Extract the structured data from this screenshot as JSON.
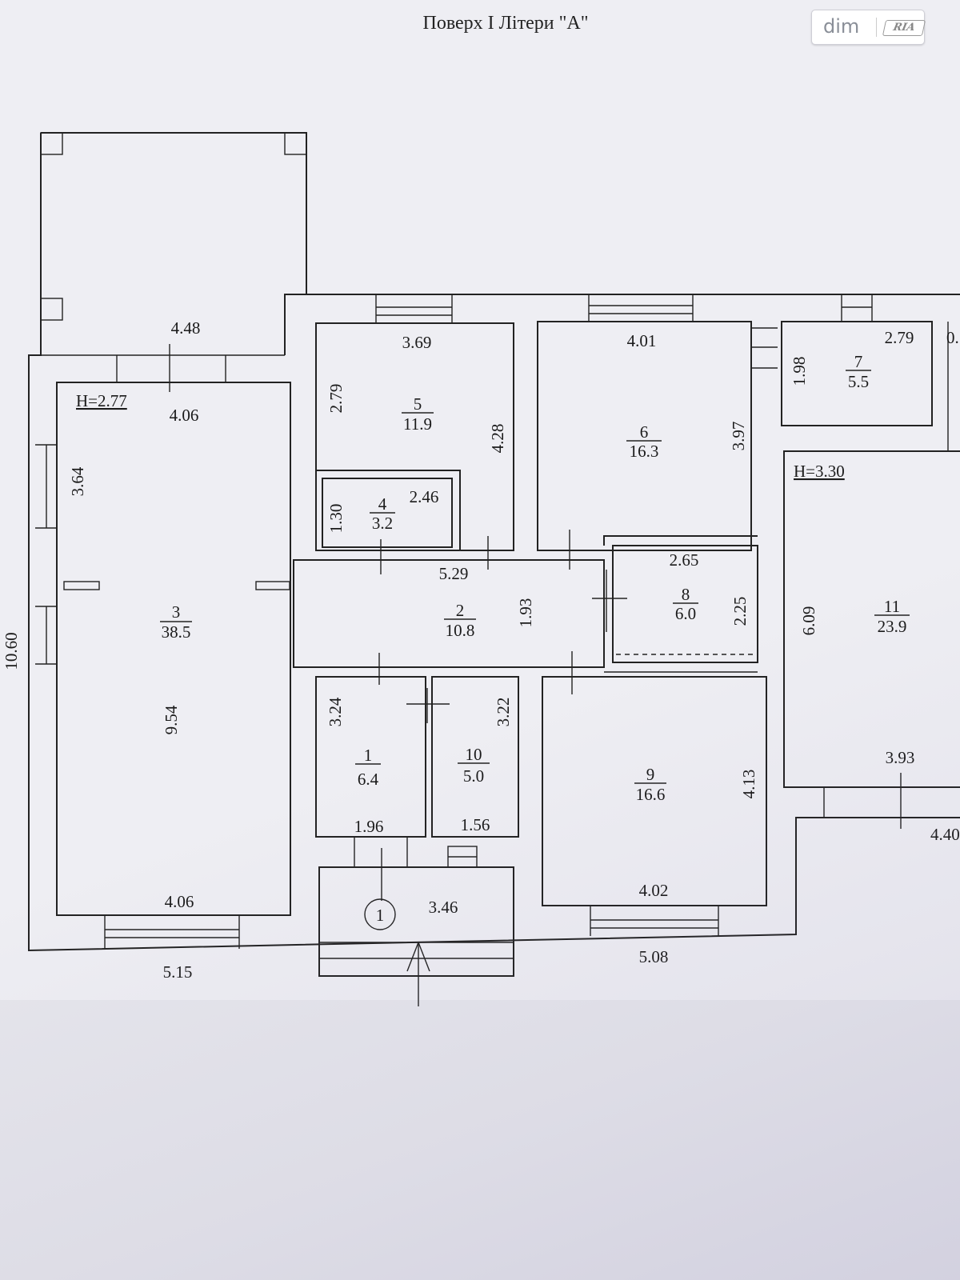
{
  "title": "Поверх І Літери \"А\"",
  "brand": {
    "dim": "dim",
    "ria": "RIA"
  },
  "rooms": [
    {
      "no": "1",
      "area": "6.4"
    },
    {
      "no": "2",
      "area": "10.8"
    },
    {
      "no": "3",
      "area": "38.5"
    },
    {
      "no": "4",
      "area": "3.2"
    },
    {
      "no": "5",
      "area": "11.9"
    },
    {
      "no": "6",
      "area": "16.3"
    },
    {
      "no": "7",
      "area": "5.5"
    },
    {
      "no": "8",
      "area": "6.0"
    },
    {
      "no": "9",
      "area": "16.6"
    },
    {
      "no": "10",
      "area": "5.0"
    },
    {
      "no": "11",
      "area": "23.9"
    }
  ],
  "heights": {
    "left": "H=2.77",
    "right": "H=3.30"
  },
  "entrance_marker": "1",
  "dimensions": {
    "porch_width": "4.48",
    "room3_top": "4.06",
    "room3_upper_left": "3.64",
    "room3_height": "9.54",
    "room3_bottom": "4.06",
    "total_height": "10.60",
    "bottom_left": "5.15",
    "room5_width": "3.69",
    "room5_left": "2.79",
    "room5_right": "4.28",
    "room4_height": "1.30",
    "room4_width": "2.46",
    "room6_width": "4.01",
    "room6_height": "3.97",
    "room7_height": "1.98",
    "room7_width": "2.79",
    "edge_partial": "0.",
    "room2_width": "5.29",
    "room2_height": "1.93",
    "room8_width": "2.65",
    "room8_height": "2.25",
    "room11_height": "6.09",
    "room11_bottom": "3.93",
    "right_bottom": "4.40",
    "room1_height": "3.24",
    "room1_width": "1.96",
    "room10_height": "3.22",
    "room10_width": "1.56",
    "room9_height": "4.13",
    "room9_bottom": "4.02",
    "porch_bottom": "3.46",
    "bottom_center": "5.08"
  }
}
